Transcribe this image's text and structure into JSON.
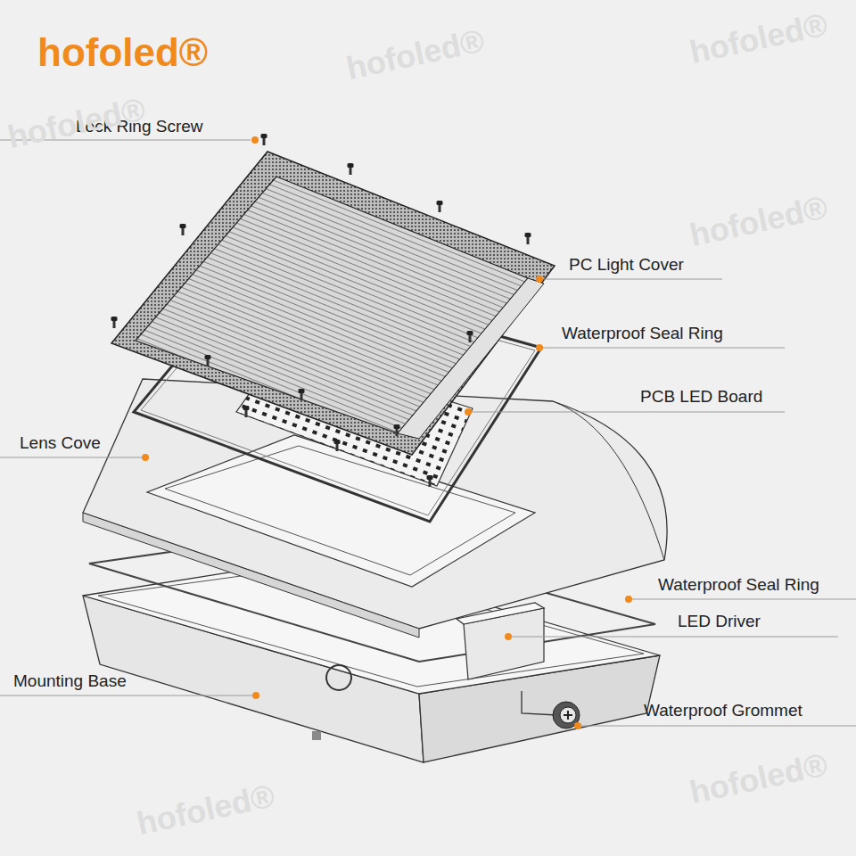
{
  "diagram": {
    "title": "hofoled®",
    "labels": [
      "Lock Ring Screw",
      "PC Light Cover",
      "Waterproof Seal Ring",
      "PCB LED Board",
      "Lens Cove",
      "Waterproof Seal Ring",
      "LED Driver",
      "Mounting Base",
      "Waterproof Grommet",
      "hofoled®",
      "hofoled®",
      "hofoled®",
      "hofoled®",
      "hofoled®",
      "hofoled®"
    ]
  }
}
